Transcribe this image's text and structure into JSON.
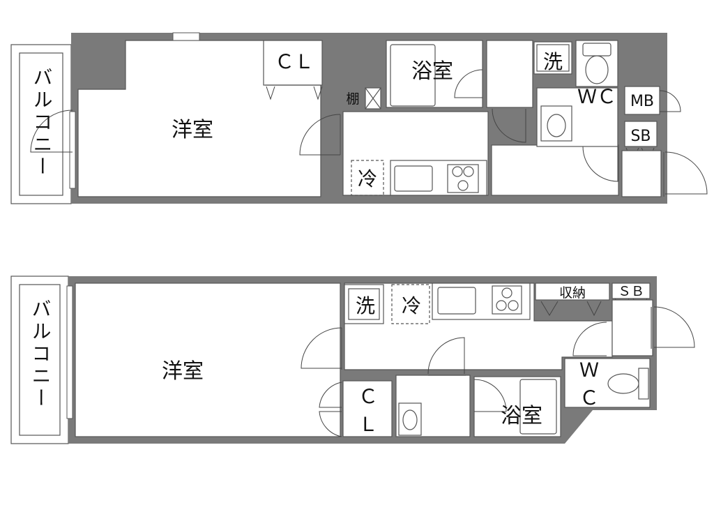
{
  "plan_a": {
    "balcony": "バルコニー",
    "western_room": "洋室",
    "closet": "ＣＬ",
    "bath": "浴室",
    "washer": "洗",
    "wc": "ＷＣ",
    "mb": "MB",
    "sb": "SB",
    "shelf": "棚",
    "fridge": "冷"
  },
  "plan_b": {
    "balcony": "バルコニー",
    "western_room": "洋室",
    "washer": "洗",
    "fridge": "冷",
    "storage": "収納",
    "sb": "ＳＢ",
    "wc_top": "Ｗ",
    "wc_bottom": "Ｃ",
    "closet_top": "Ｃ",
    "closet_bottom": "Ｌ",
    "bath": "浴室"
  }
}
